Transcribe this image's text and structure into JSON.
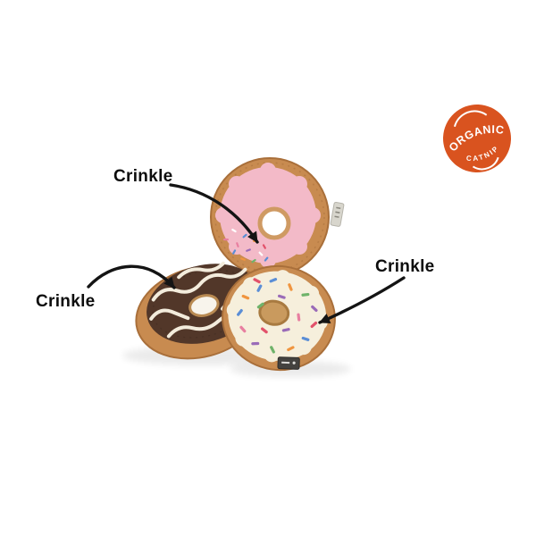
{
  "badge": {
    "line1": "ORGANIC",
    "line2": "CATNIP",
    "bg_color": "#d9531f",
    "text_color": "#ffffff"
  },
  "annotations": {
    "top_label": "Crinkle",
    "left_label": "Crinkle",
    "right_label": "Crinkle"
  },
  "colors": {
    "background": "#ffffff",
    "dough_tan": "#c88b50",
    "pink_frosting": "#f3bac8",
    "chocolate_frosting": "#523729",
    "cream_frosting": "#f6efdc",
    "drizzle_white": "#f3ecdc",
    "arrow_black": "#141414",
    "sprinkles": [
      "#e2526b",
      "#f0953f",
      "#6fb36a",
      "#5b8ed6",
      "#9a6bb8",
      "#e87fa0",
      "#ffffff"
    ]
  }
}
